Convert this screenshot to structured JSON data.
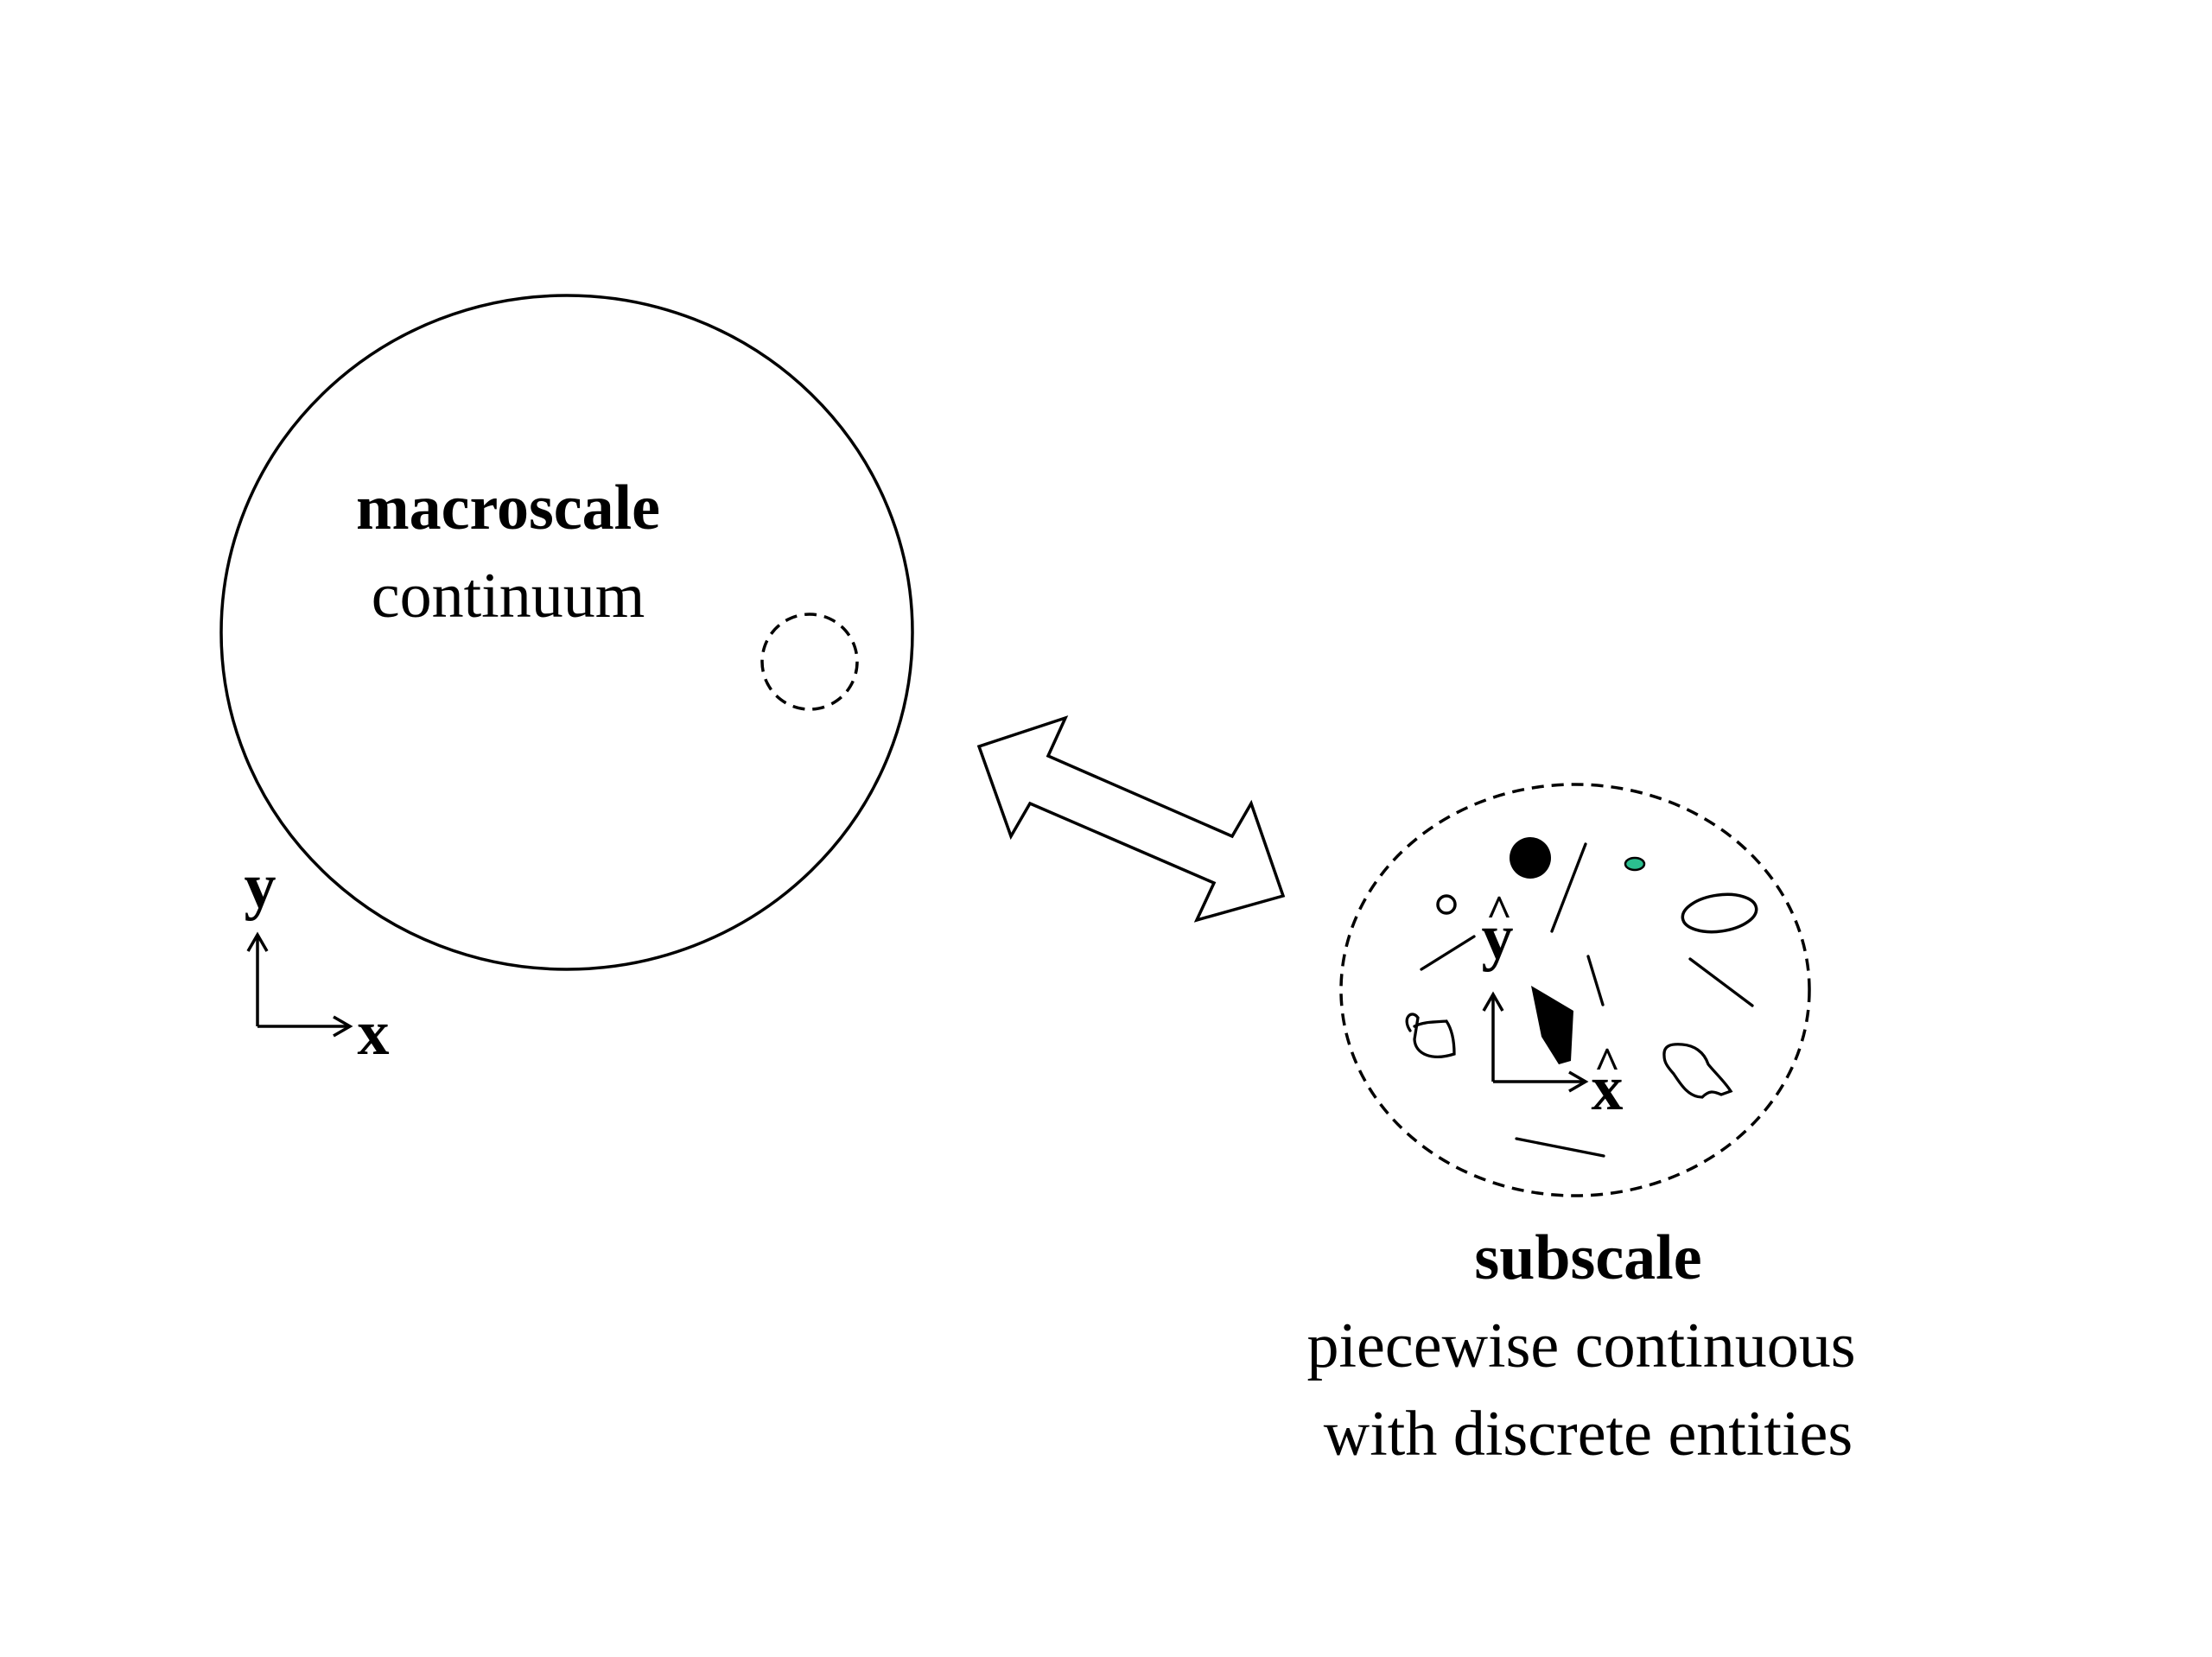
{
  "macro": {
    "title": "macroscale",
    "subtitle": "continuum",
    "axis_x": "x",
    "axis_y": "y"
  },
  "sub": {
    "title": "subscale",
    "line1": "piecewise continuous",
    "line2": "with discrete entities",
    "axis_x": "x",
    "axis_y": "y",
    "hat": "^"
  },
  "colors": {
    "ink": "#000000",
    "background": "#ffffff",
    "accent_entity": "#2bbf8f"
  },
  "icons": {
    "scale_link": "double-headed-arrow"
  }
}
